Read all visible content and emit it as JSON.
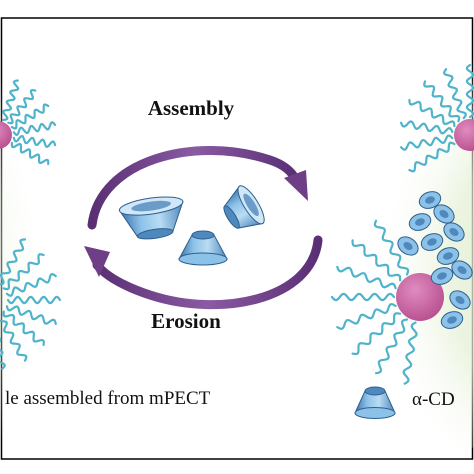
{
  "labels": {
    "top": "Assembly",
    "bottom": "Erosion"
  },
  "legend": {
    "left_text": "le assembled from mPECT",
    "right_text": "α-CD"
  },
  "colors": {
    "arrow": "#6e3f86",
    "chain": "#5bbcd0",
    "chain_dark": "#2c8fa8",
    "core_pink": "#c8659f",
    "glow": "#dbe9c7",
    "cone_light": "#a9d2ee",
    "cone_mid": "#6fa9d8",
    "cone_dark": "#3b72a8",
    "frame": "#000000"
  },
  "icons": [
    "cycle-arrow-top",
    "cycle-arrow-bottom",
    "cyclodextrin-cone",
    "pink-core",
    "polymer-chain"
  ]
}
